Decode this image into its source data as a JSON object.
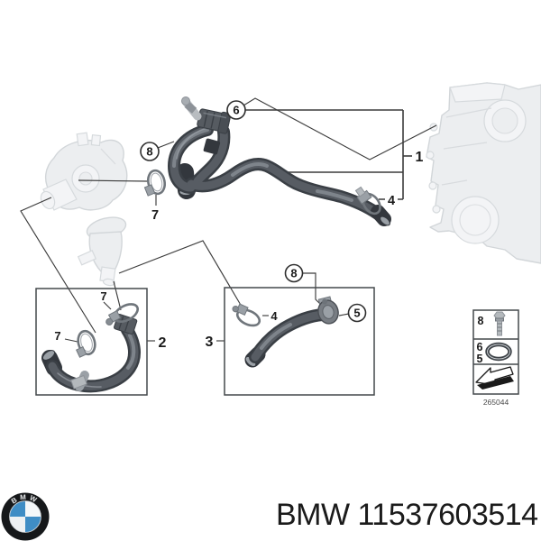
{
  "footer": {
    "brand": "BMW",
    "part_number": "11537603514",
    "logo_letters": "BMW"
  },
  "diagram": {
    "drawing_number": "265044",
    "callouts": {
      "c1": "1",
      "c2": "2",
      "c3": "3",
      "c4": "4",
      "c5": "5",
      "c6": "6",
      "c7": "7",
      "c8": "8"
    },
    "legend": {
      "row1_num": "8",
      "row2_num_top": "6",
      "row2_num_bottom": "5"
    },
    "colors": {
      "hose_dark": "#3a3f45",
      "hose_mid": "#575c63",
      "faded_part": "#eceef0",
      "leader_line": "#3c3c3c",
      "bmw_blue": "#3f8dc5"
    }
  }
}
